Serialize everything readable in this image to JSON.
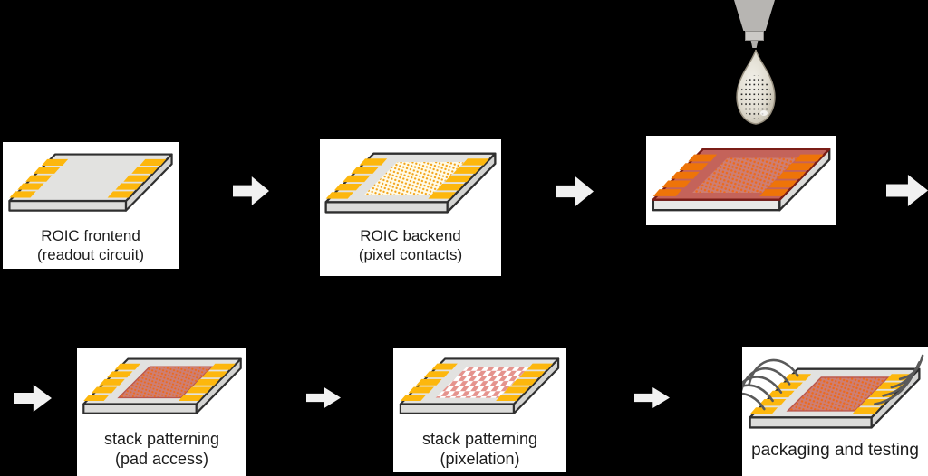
{
  "scene": {
    "type": "process-flow-diagram",
    "background_color": "#000000",
    "rows": 2
  },
  "panels": [
    {
      "icon": "chip-with-pads-icon",
      "line1": "ROIC frontend",
      "line2": "(readout circuit)"
    },
    {
      "icon": "chip-pixel-contacts-icon",
      "line1": "ROIC backend",
      "line2": "(pixel contacts)"
    },
    {
      "icon": "chip-red-coated-icon"
    },
    {
      "icon": "chip-stack-pad-access-icon",
      "line1": "stack patterning",
      "line2": "(pad access)"
    },
    {
      "icon": "chip-stack-pixelated-icon",
      "line1": "stack patterning",
      "line2": "(pixelation)"
    },
    {
      "icon": "wire-bonded-chip-icon",
      "line1": "packaging and testing"
    }
  ],
  "deposition": {
    "nozzle_icon": "inkjet-nozzle-icon",
    "droplet_icon": "quantum-dot-ink-droplet-icon"
  },
  "arrows": {
    "icon": "arrow-right-icon",
    "count": 6,
    "direction": "right"
  },
  "colors": {
    "panel_background": "#ffffff",
    "chip_gray": "#e2e2e0",
    "chip_side_gray": "#dcdcda",
    "outline_dark": "#2f2f2f",
    "pad_yellow": "#fdb70d",
    "pad_orange": "#ee7408",
    "coating_red": "#c4635a",
    "coating_border_maroon": "#7a1d17",
    "halftone_orange": "#ec6a1e",
    "halftone_ground_pink": "#cd7e73",
    "checker_pink": "#e5938d",
    "contact_dot_yellow": "#f3a41b",
    "arrow_fill": "#f1f1f1",
    "wire_gray": "#5a5a5a",
    "droplet_beige": "#e0dcd0",
    "nozzle_gray": "#b7b5b2"
  }
}
